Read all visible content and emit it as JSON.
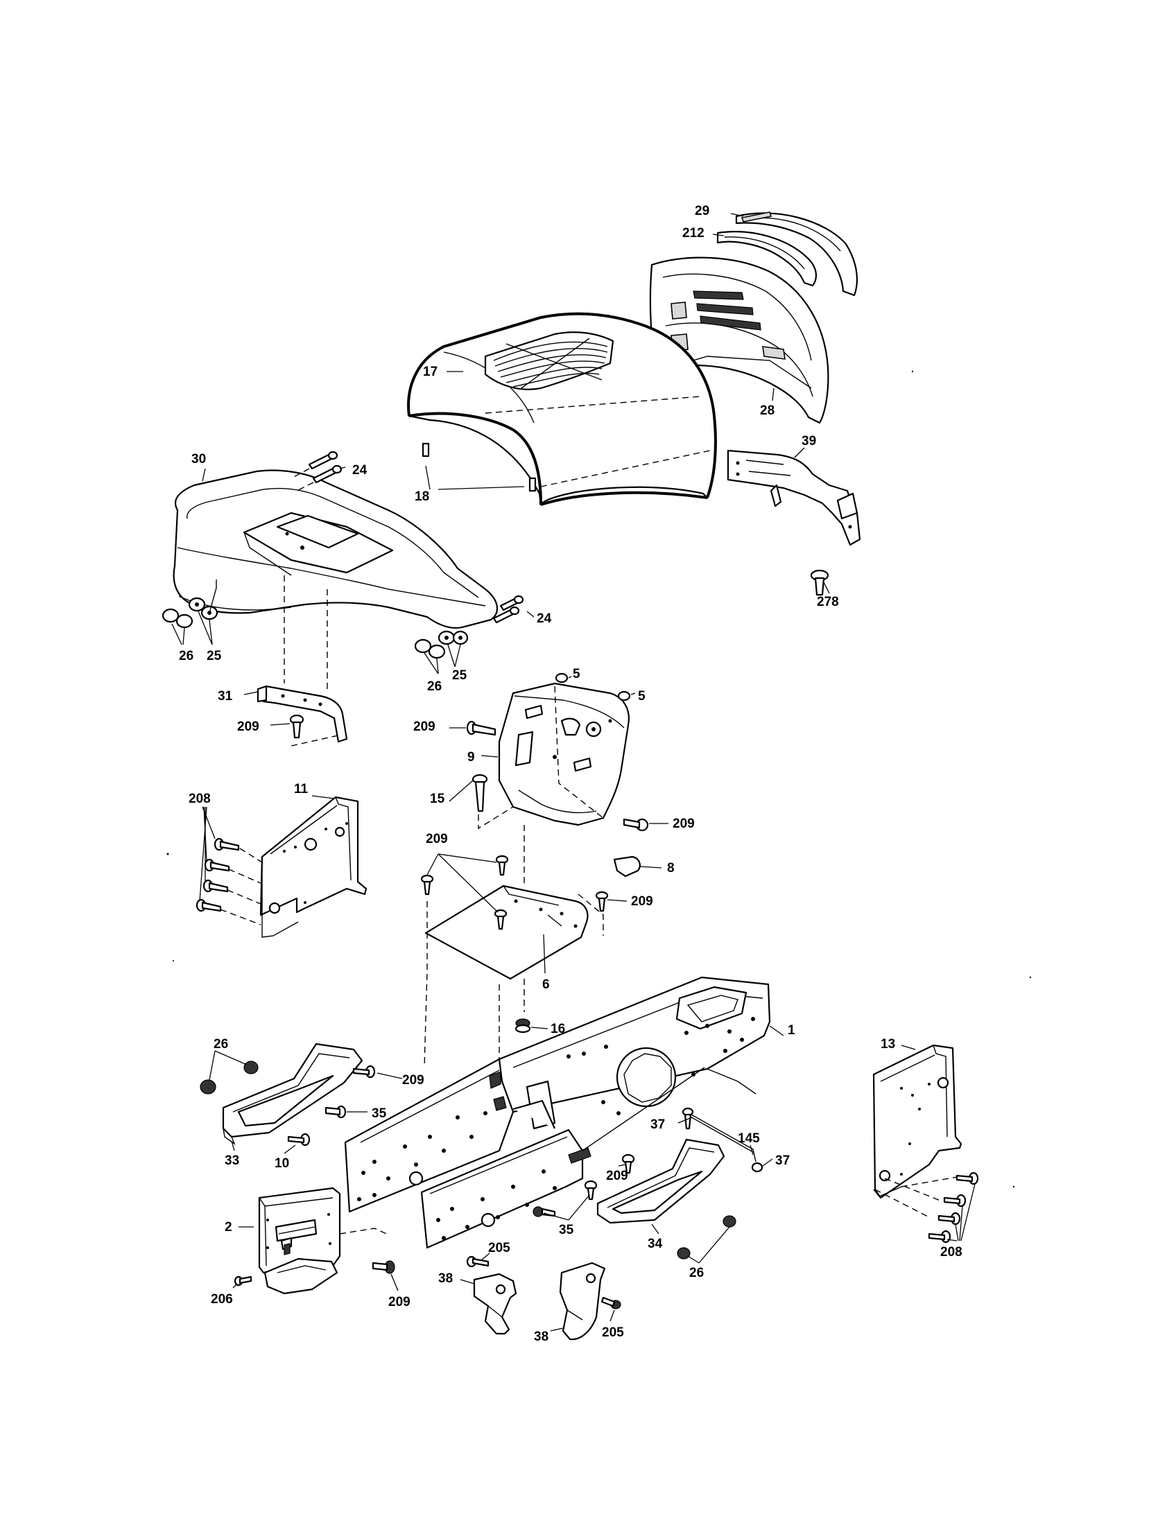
{
  "callouts": [
    {
      "id": "c29",
      "text": "29"
    },
    {
      "id": "c212",
      "text": "212"
    },
    {
      "id": "c17",
      "text": "17"
    },
    {
      "id": "c28",
      "text": "28"
    },
    {
      "id": "c39",
      "text": "39"
    },
    {
      "id": "c30",
      "text": "30"
    },
    {
      "id": "c24a",
      "text": "24"
    },
    {
      "id": "c18",
      "text": "18"
    },
    {
      "id": "c24b",
      "text": "24"
    },
    {
      "id": "c278",
      "text": "278"
    },
    {
      "id": "c26a",
      "text": "26"
    },
    {
      "id": "c25a",
      "text": "25"
    },
    {
      "id": "c26b",
      "text": "26"
    },
    {
      "id": "c25b",
      "text": "25"
    },
    {
      "id": "c5a",
      "text": "5"
    },
    {
      "id": "c5b",
      "text": "5"
    },
    {
      "id": "c31",
      "text": "31"
    },
    {
      "id": "c209a",
      "text": "209"
    },
    {
      "id": "c209b",
      "text": "209"
    },
    {
      "id": "c9",
      "text": "9"
    },
    {
      "id": "c208a",
      "text": "208"
    },
    {
      "id": "c11",
      "text": "11"
    },
    {
      "id": "c15",
      "text": "15"
    },
    {
      "id": "c209c",
      "text": "209"
    },
    {
      "id": "c209d",
      "text": "209"
    },
    {
      "id": "c8",
      "text": "8"
    },
    {
      "id": "c209e",
      "text": "209"
    },
    {
      "id": "c6",
      "text": "6"
    },
    {
      "id": "c1",
      "text": "1"
    },
    {
      "id": "c16",
      "text": "16"
    },
    {
      "id": "c26c",
      "text": "26"
    },
    {
      "id": "c13",
      "text": "13"
    },
    {
      "id": "c209f",
      "text": "209"
    },
    {
      "id": "c35a",
      "text": "35"
    },
    {
      "id": "c37a",
      "text": "37"
    },
    {
      "id": "c145",
      "text": "145"
    },
    {
      "id": "c37b",
      "text": "37"
    },
    {
      "id": "c33",
      "text": "33"
    },
    {
      "id": "c10",
      "text": "10"
    },
    {
      "id": "c209g",
      "text": "209"
    },
    {
      "id": "c35b",
      "text": "35"
    },
    {
      "id": "c34",
      "text": "34"
    },
    {
      "id": "c208b",
      "text": "208"
    },
    {
      "id": "c2",
      "text": "2"
    },
    {
      "id": "c205a",
      "text": "205"
    },
    {
      "id": "c26d",
      "text": "26"
    },
    {
      "id": "c38a",
      "text": "38"
    },
    {
      "id": "c206",
      "text": "206"
    },
    {
      "id": "c209h",
      "text": "209"
    },
    {
      "id": "c38b",
      "text": "38"
    },
    {
      "id": "c205b",
      "text": "205"
    }
  ]
}
